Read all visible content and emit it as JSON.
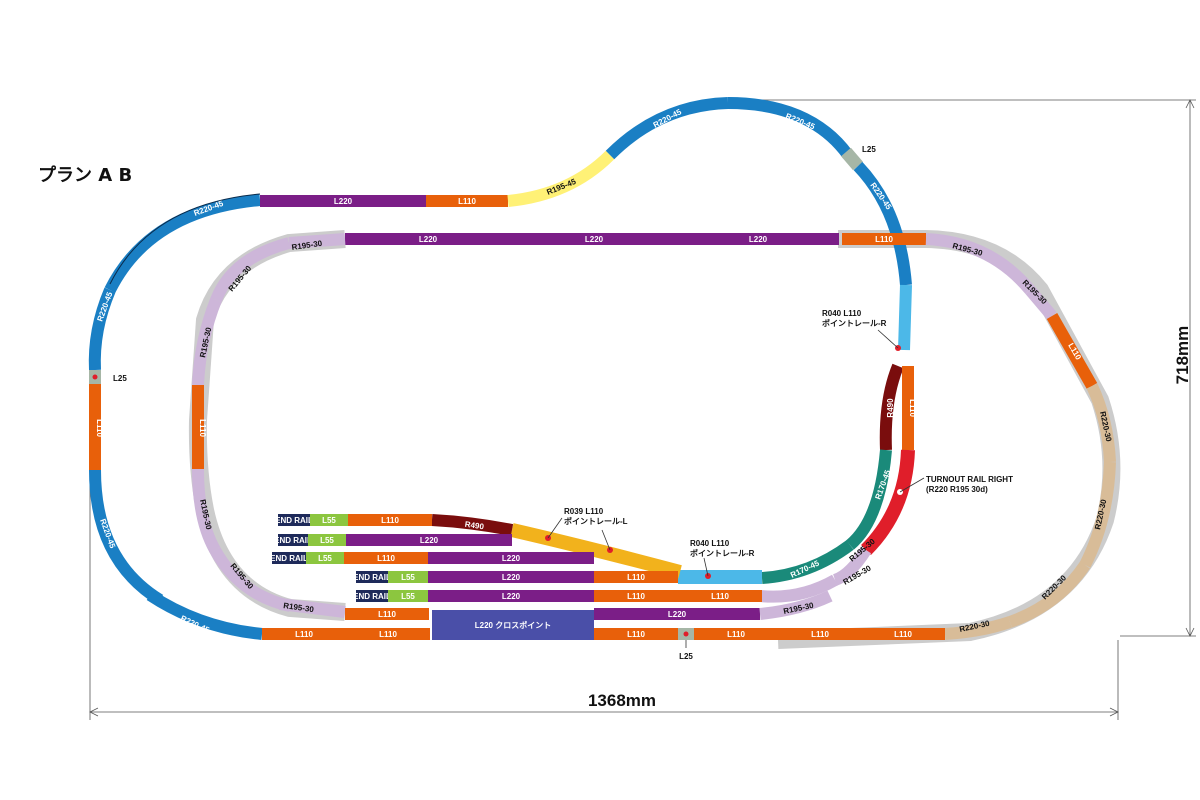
{
  "title": "プラン A B",
  "dimensions": {
    "width": "1368mm",
    "height": "718mm"
  },
  "colors": {
    "r220_45": "#1a7fc4",
    "r195_45": "#fff176",
    "r195_30": "#cdb6d9",
    "r220_30": "#d8bc98",
    "l220": "#7b1e87",
    "l110": "#e8600a",
    "l55": "#8cc63f",
    "l25": "#a6b6a6",
    "point_r": "#4cb8e8",
    "point_l": "#f2b21c",
    "r490": "#7a0d0d",
    "r170": "#1a8a7a",
    "turnout": "#e01e2a",
    "crossing": "#4a4fa8",
    "end_rail": "#1e2a5a",
    "bed": "#cccccc"
  },
  "outer_loop": {
    "left_top": "R220-45",
    "top_l220": "L220",
    "top_l110": "L110",
    "r195": "R195-45",
    "hump_left": "R220-45",
    "hump_right": "R220-45",
    "l25_top": "L25",
    "down_right": "R220-45",
    "left_upper": "R220-45",
    "left_l25": "L25",
    "left_l110": "L110",
    "left_lower": "R220-45",
    "bottom_left": "R220-45",
    "bottom_l110a": "L110",
    "bottom_l110b": "L110",
    "crossing": "L220 クロスポイント",
    "bottom_l110c": "L110",
    "l25_bottom": "L25",
    "bottom_l110d": "L110"
  },
  "inner_loop": {
    "top_r195": "R195-30",
    "top_l220a": "L220",
    "top_l220b": "L220",
    "top_l220c": "L220",
    "top_l110": "L110",
    "left_r195a": "R195-30",
    "left_r195b": "R195-30",
    "left_l110": "L110",
    "left_r195c": "R195-30",
    "left_r195d": "R195-30",
    "bottom_r195": "R195-30",
    "bottom_l110": "L110",
    "bottom_l220": "L220",
    "bottom_r195_right": "R195-30",
    "inner_r195a": "R195-30",
    "inner_r195b": "R195-30",
    "right_r195a": "R195-30",
    "right_r195b": "R195-30",
    "right_l110": "L110",
    "right_r220a": "R220-30",
    "right_r220b": "R220-30",
    "right_r220c": "R220-30",
    "right_r220d": "R220-30",
    "bottom_right_l110a": "L110",
    "bottom_right_l110b": "L110",
    "bottom_right_l110c": "L110"
  },
  "junction": {
    "r490a": "R490",
    "l110": "L110",
    "r170a": "R170-45",
    "r170b": "R170-45",
    "r490b": "R490"
  },
  "sidings": [
    {
      "end": "END RAIL",
      "l55": "L55",
      "p1": "L110",
      "p2": ""
    },
    {
      "end": "END RAIL",
      "l55": "L55",
      "p1": "L220",
      "p2": ""
    },
    {
      "end": "END RAIL",
      "l55": "L55",
      "p1": "L110",
      "p2": "L220"
    },
    {
      "end": "END RAIL",
      "l55": "L55",
      "p1": "L220",
      "p2": "L110"
    },
    {
      "end": "END RAIL",
      "l55": "L55",
      "p1": "L220",
      "p2": "L110",
      "p3": "L110"
    }
  ],
  "callouts": {
    "point_r_top": "R040  L110\nポイントレール-R",
    "point_l": "R039  L110\nポイントレール-L",
    "point_r_bottom": "R040  L110\nポイントレール-R",
    "turnout": "TURNOUT RAIL RIGHT\n(R220 R195 30d)"
  }
}
